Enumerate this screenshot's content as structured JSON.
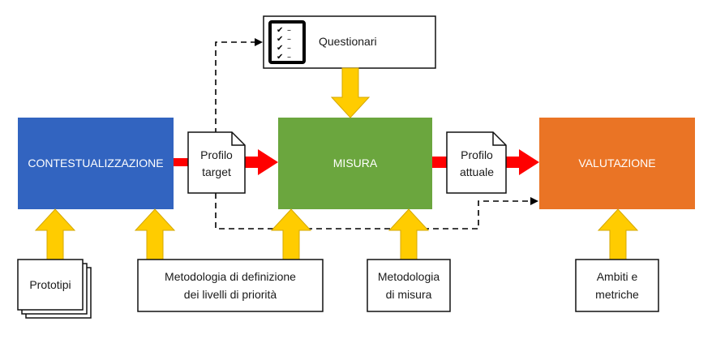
{
  "stages": {
    "contextualization": {
      "label": "CONTESTUALIZZAZIONE",
      "color": "#3264C0"
    },
    "measure": {
      "label": "MISURA",
      "color": "#6BA63E"
    },
    "evaluation": {
      "label": "VALUTAZIONE",
      "color": "#EA7425"
    }
  },
  "documents": {
    "target_profile": {
      "line1": "Profilo",
      "line2": "target"
    },
    "current_profile": {
      "line1": "Profilo",
      "line2": "attuale"
    }
  },
  "questionnaires": {
    "label": "Questionari",
    "check_glyph": "✔",
    "dash_glyph": "–"
  },
  "inputs": {
    "prototypes": {
      "label": "Prototipi"
    },
    "priority_method": {
      "line1": "Metodologia di definizione",
      "line2": "dei livelli di priorità"
    },
    "measure_method": {
      "line1": "Metodologia",
      "line2": "di misura"
    },
    "scopes": {
      "line1": "Ambiti e",
      "line2": "metriche"
    }
  },
  "colors": {
    "flow_arrow": "#FF0000",
    "input_arrow": "#FFCC00",
    "input_arrow_stroke": "#D4A800",
    "dashed_line": "#000000"
  }
}
